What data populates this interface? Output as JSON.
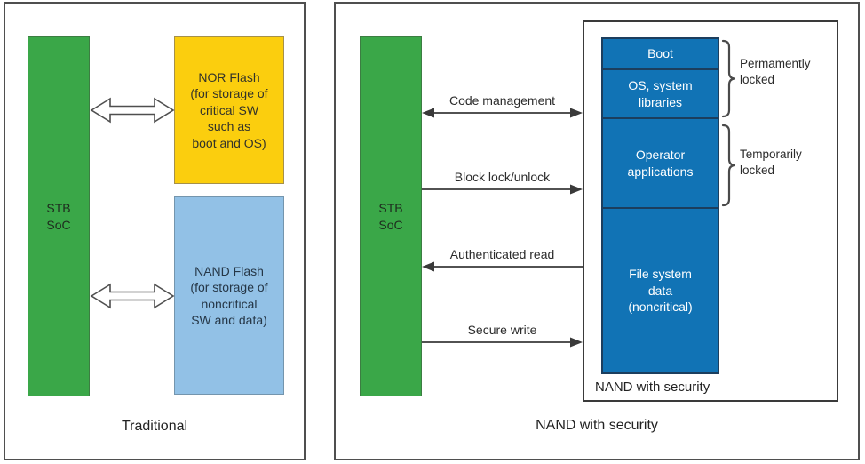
{
  "left_panel": {
    "caption": "Traditional",
    "stb_box": "STB\nSoC",
    "nor_box": "NOR Flash\n(for storage of\ncritical SW\nsuch as\nboot and OS)",
    "nand_box": "NAND Flash\n(for storage of\nnoncritical\nSW and data)"
  },
  "right_panel": {
    "caption": "NAND with security",
    "stb_box": "STB\nSoC",
    "nand_container_label": "NAND with security",
    "segments": [
      {
        "label": "Boot"
      },
      {
        "label": "OS, system\nlibraries"
      },
      {
        "label": "Operator\napplications"
      },
      {
        "label": "File system\ndata\n(noncritical)"
      }
    ],
    "arrows": [
      {
        "label": "Code management",
        "direction": "both"
      },
      {
        "label": "Block lock/unlock",
        "direction": "right"
      },
      {
        "label": "Authenticated read",
        "direction": "left"
      },
      {
        "label": "Secure write",
        "direction": "right"
      }
    ],
    "lock_labels": [
      {
        "label": "Permamently\nlocked"
      },
      {
        "label": "Temporarily\nlocked"
      }
    ]
  },
  "colors": {
    "green": "#3aa748",
    "yellow": "#fbce0e",
    "light_blue": "#92c1e6",
    "dark_blue": "#1173b5",
    "navy_border": "#1c3e5e",
    "outline": "#4f4f4f",
    "line": "#3a3a3a",
    "text_dark": "#2b2b2b"
  }
}
